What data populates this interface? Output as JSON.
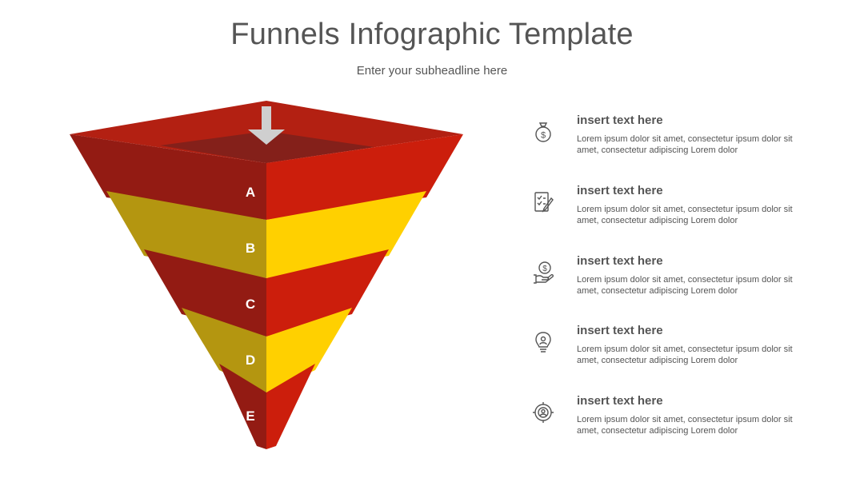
{
  "title": "Funnels Infographic Template",
  "subtitle": "Enter your subheadline here",
  "colors": {
    "red_front_right": "#CC1E0C",
    "red_front_left": "#931B13",
    "yellow_front_right": "#FFD000",
    "yellow_front_left": "#B49610",
    "rim_top": "#B32012",
    "rim_inner": "#84201A",
    "arrow": "#CFCFCF",
    "text": "#555555"
  },
  "funnel": {
    "stages": [
      {
        "label": "A",
        "color": "red"
      },
      {
        "label": "B",
        "color": "yellow"
      },
      {
        "label": "C",
        "color": "red"
      },
      {
        "label": "D",
        "color": "yellow"
      },
      {
        "label": "E",
        "color": "red"
      }
    ]
  },
  "items": [
    {
      "icon": "money-bag-icon",
      "heading": "insert text here",
      "body": "Lorem ipsum dolor sit amet, consectetur ipsum dolor sit amet, consectetur adipiscing Lorem dolor"
    },
    {
      "icon": "checklist-pen-icon",
      "heading": "insert text here",
      "body": "Lorem ipsum dolor sit amet, consectetur ipsum dolor sit amet, consectetur adipiscing Lorem dolor"
    },
    {
      "icon": "hand-coin-icon",
      "heading": "insert text here",
      "body": "Lorem ipsum dolor sit amet, consectetur ipsum dolor sit amet, consectetur adipiscing Lorem dolor"
    },
    {
      "icon": "lightbulb-person-icon",
      "heading": "insert text here",
      "body": "Lorem ipsum dolor sit amet, consectetur ipsum dolor sit amet, consectetur adipiscing Lorem dolor"
    },
    {
      "icon": "target-person-icon",
      "heading": "insert text here",
      "body": "Lorem ipsum dolor sit amet, consectetur ipsum dolor sit amet, consectetur adipiscing Lorem dolor"
    }
  ]
}
